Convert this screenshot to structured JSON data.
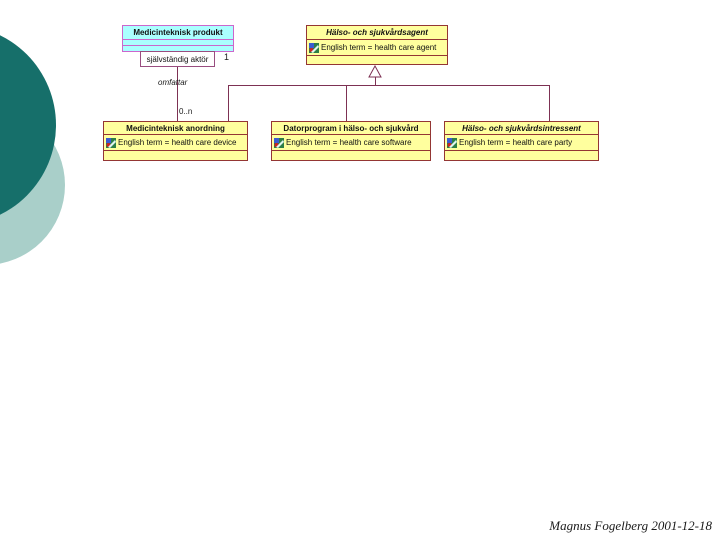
{
  "slide": {
    "footer": "Magnus Fogelberg 2001-12-18"
  },
  "colors": {
    "class_fill_cyan": "#aaffff",
    "class_border_magenta": "#cc66cc",
    "class_fill_yellow": "#ffff9e",
    "class_border_maroon": "#943634",
    "connector_line": "#7d3153",
    "decoration_teal_dark": "#166f6a",
    "decoration_teal_light": "#a9cfc9"
  },
  "diagram": {
    "product_class": {
      "title": "Medicinteknisk produkt"
    },
    "qualifier": {
      "label": "självständig aktör"
    },
    "association": {
      "name": "omfattar",
      "multiplicity_source": "1",
      "multiplicity_target": "0..n"
    },
    "agent_class": {
      "title": "Hälso- och sjukvårdsagent",
      "attribute": "English term = health care agent"
    },
    "device_class": {
      "title": "Medicinteknisk anordning",
      "attribute": "English term = health care device"
    },
    "software_class": {
      "title": "Datorprogram i hälso- och sjukvård",
      "attribute": "English term = health care software"
    },
    "party_class": {
      "title": "Hälso- och sjukvårdsintressent",
      "attribute": "English term = health care party"
    }
  }
}
